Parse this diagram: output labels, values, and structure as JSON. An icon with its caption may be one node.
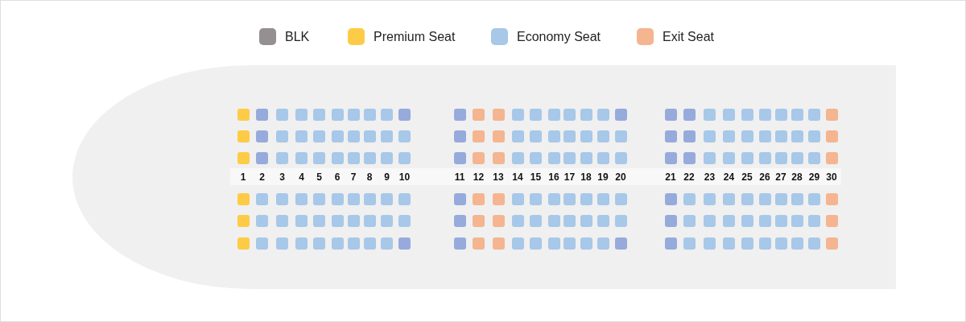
{
  "diagram": {
    "labels": [
      "1",
      "2",
      "3",
      "4",
      "5",
      "6",
      "7",
      "8",
      "9",
      "10",
      "11",
      "12",
      "13",
      "14",
      "15",
      "16",
      "17",
      "18",
      "19",
      "20",
      "21",
      "22",
      "23",
      "24",
      "25",
      "26",
      "27",
      "28",
      "29",
      "30"
    ],
    "legend": [
      {
        "text": "BLK",
        "color": "#948f90"
      },
      {
        "text": "Premium Seat",
        "color": "#fecb47"
      },
      {
        "text": "Economy Seat",
        "color": "#a7c8e8"
      },
      {
        "text": "Exit Seat",
        "color": "#f4b590"
      }
    ]
  }
}
